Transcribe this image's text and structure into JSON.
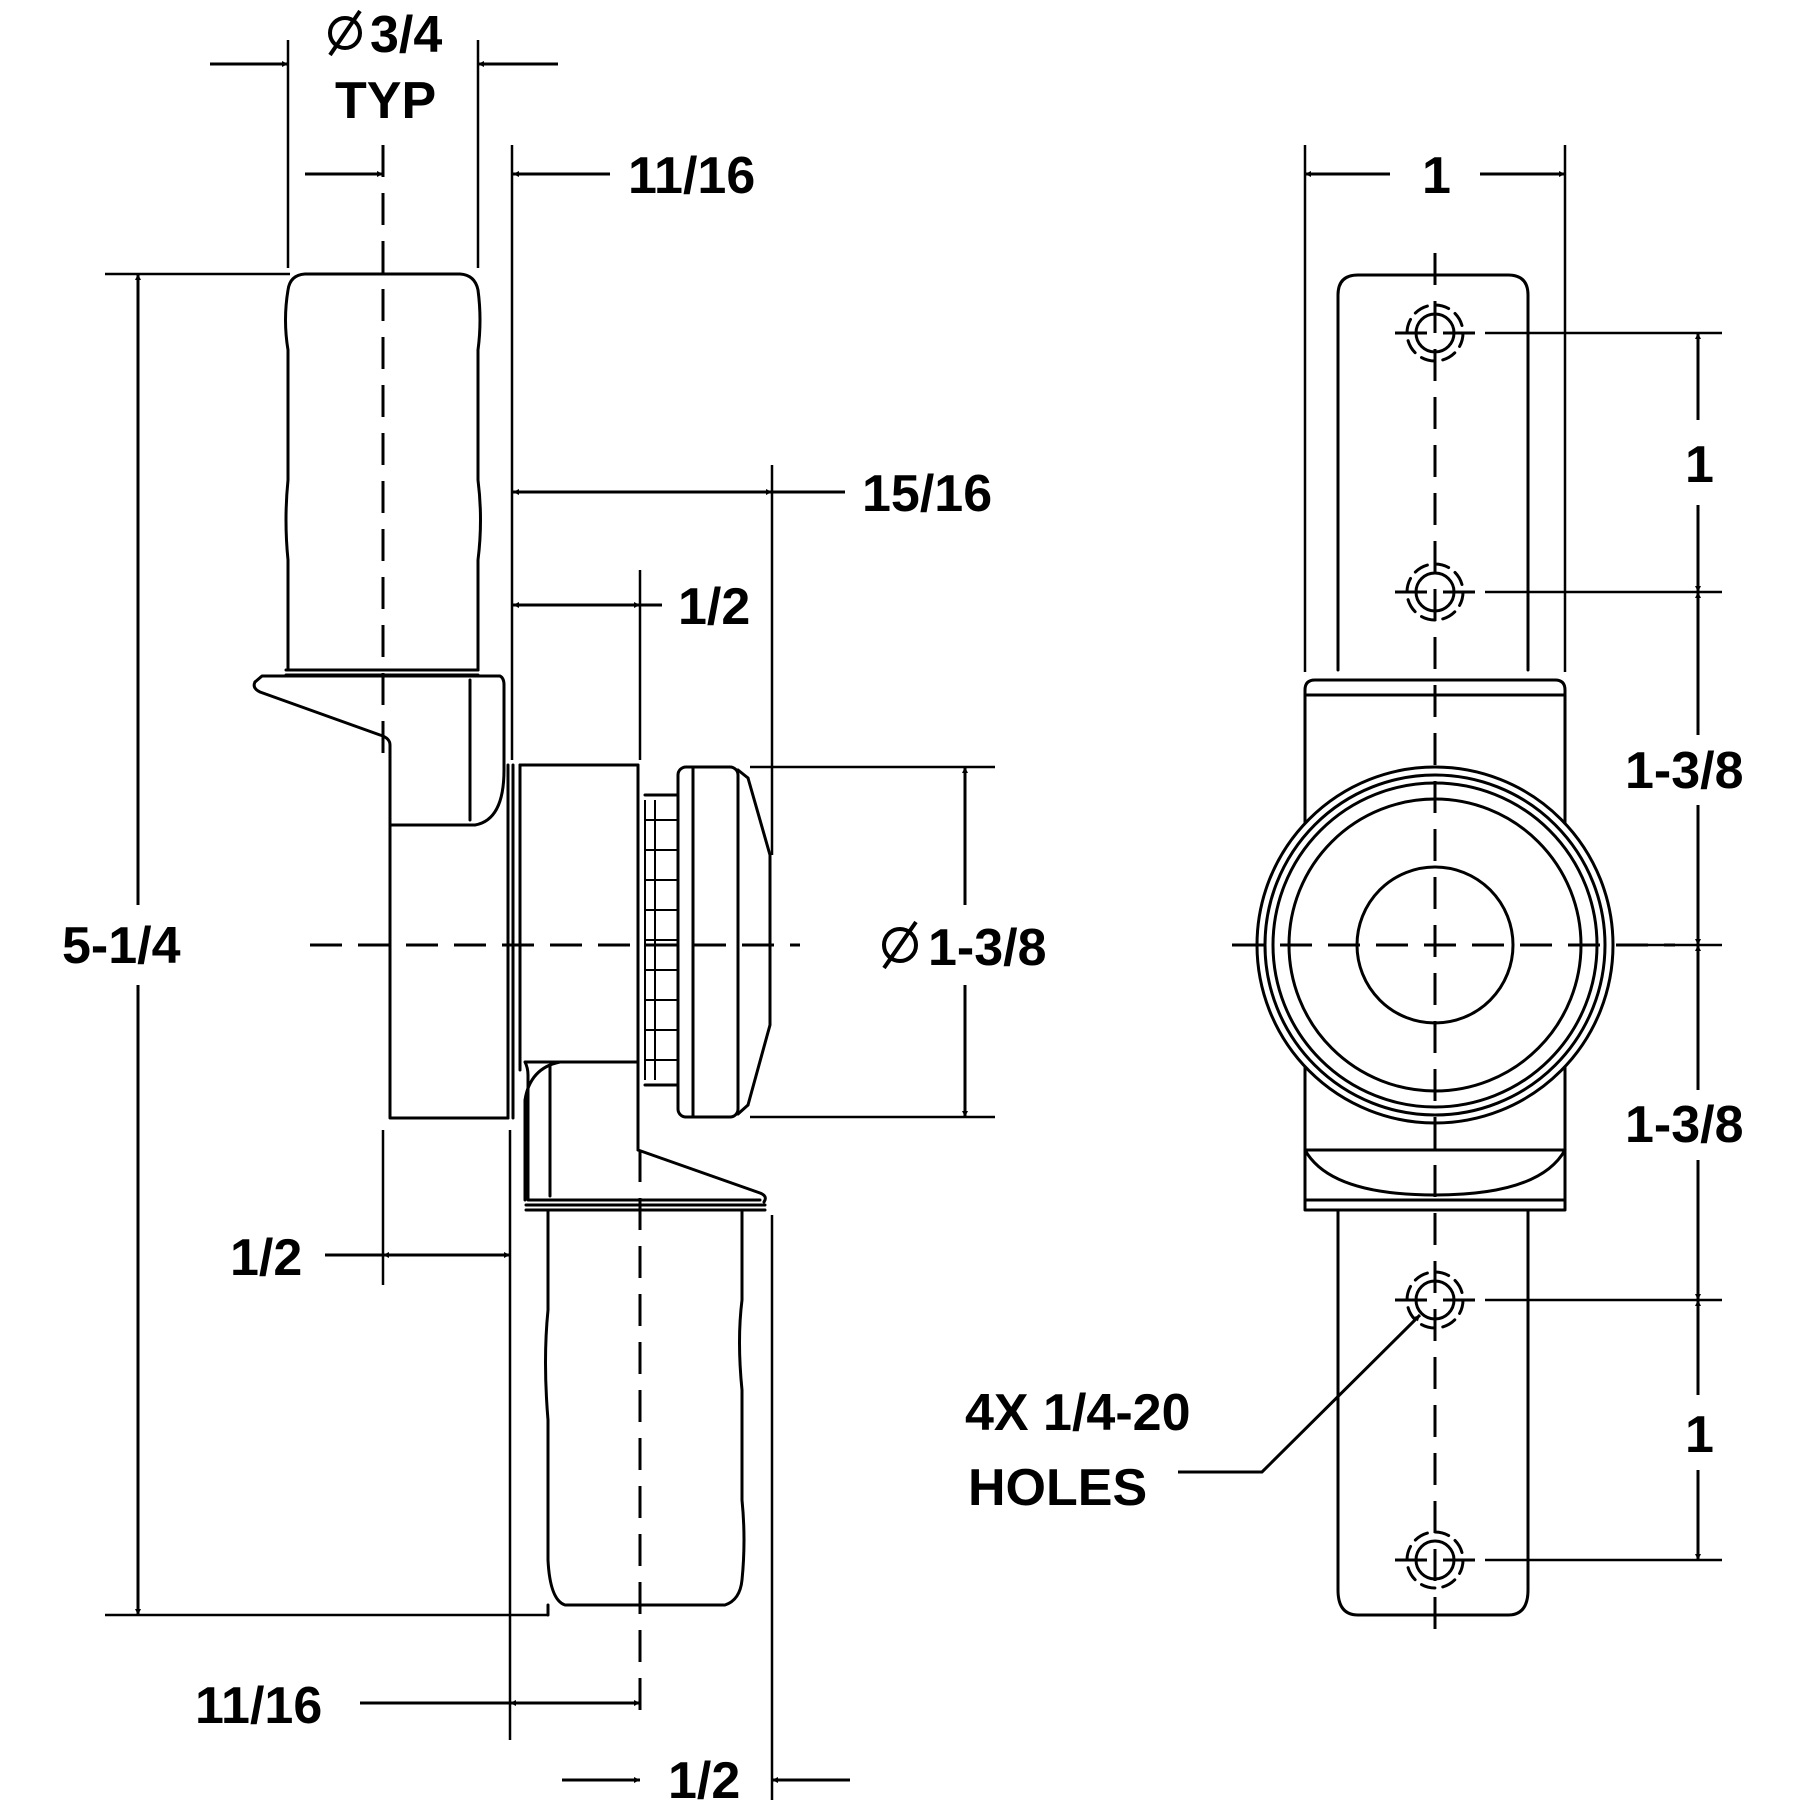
{
  "labels": {
    "dia_typ_value": "3/4",
    "typ": "TYP",
    "top_offset": "11/16",
    "ear_reach": "15/16",
    "hub_offset": "1/2",
    "overall_height": "5-1/4",
    "head_dia_value": "1-3/8",
    "left_shoulder": "1/2",
    "bottom_offset": "11/16",
    "bottom_half": "1/2",
    "width": "1",
    "pitch_top": "1",
    "pitch_mid_upper": "1-3/8",
    "pitch_mid_lower": "1-3/8",
    "pitch_bottom": "1",
    "holes_line1": "4X 1/4-20",
    "holes_line2": "HOLES"
  },
  "icons": {
    "diameter": "diameter-symbol"
  }
}
